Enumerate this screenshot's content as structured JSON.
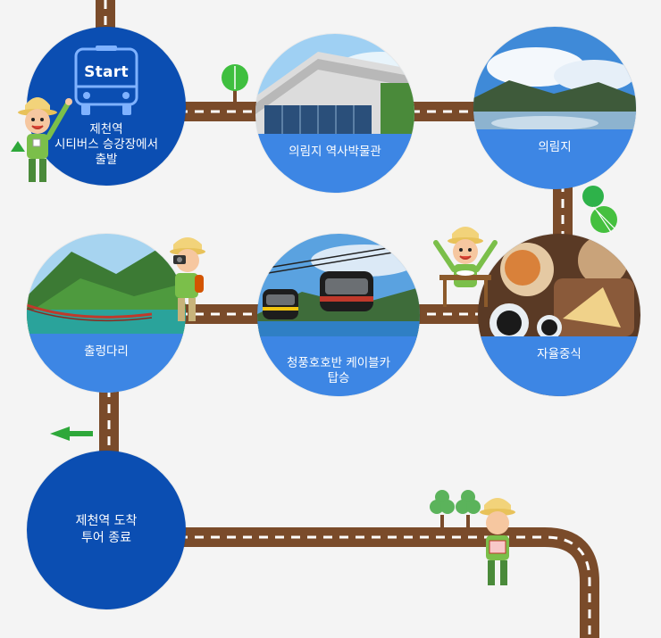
{
  "start": {
    "badge": "Start",
    "line1": "제천역",
    "line2": "시티버스 승강장에서",
    "line3": "출발"
  },
  "stops": [
    {
      "label": "의림지 역사박물관"
    },
    {
      "label": "의림지"
    },
    {
      "label": "출렁다리"
    },
    {
      "label": "청풍호호반 케이블카",
      "label2": "탑승"
    },
    {
      "label": "자율중식"
    }
  ],
  "end": {
    "line1": "제천역 도착",
    "line2": "투어 종료"
  },
  "colors": {
    "road": "#7a4b2a",
    "dash": "#ffffff",
    "solid_circle": "#0b4eb2",
    "band": "#3d86e4",
    "background": "#f4f4f4"
  }
}
